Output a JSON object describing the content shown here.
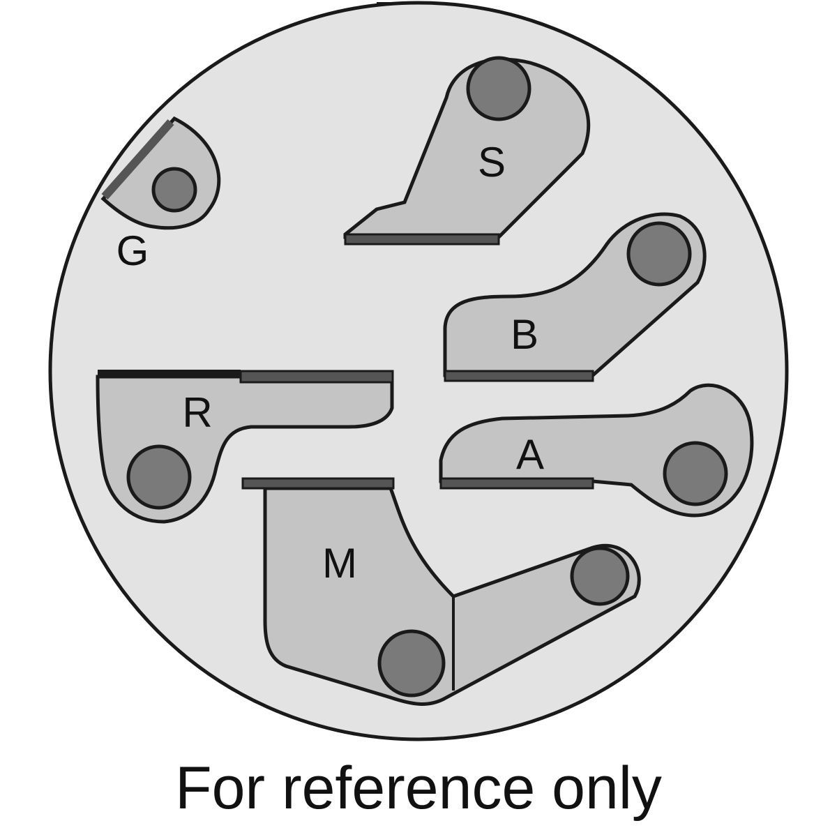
{
  "diagram": {
    "terminals": {
      "g": "G",
      "s": "S",
      "b": "B",
      "r": "R",
      "a": "A",
      "m": "M"
    },
    "caption": "For reference only"
  },
  "colors": {
    "face": "#e3e3e3",
    "terminal": "#c4c4c4",
    "pin": "#7a7a7a",
    "outline": "#1a1a1a",
    "edge": "#555555"
  }
}
